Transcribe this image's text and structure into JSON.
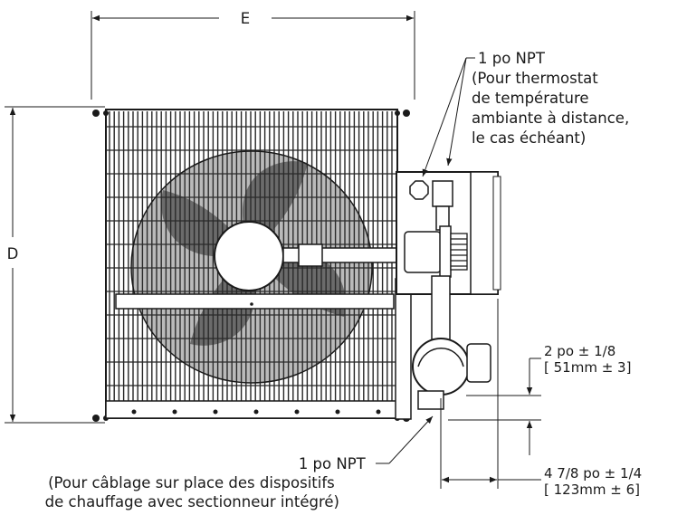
{
  "dimensions": {
    "width_label": "E",
    "height_label": "D",
    "offset_top_line1": "2 po ± 1/8",
    "offset_top_line2": "[ 51mm ± 3]",
    "offset_side_line1": "4 7/8 po ± 1/4",
    "offset_side_line2": "[ 123mm ± 6]"
  },
  "callouts": {
    "thermostat": {
      "line1": "1 po NPT",
      "line2": "(Pour thermostat",
      "line3": "de température",
      "line4": "ambiante à distance,",
      "line5": "le cas échéant)"
    },
    "field_wiring": {
      "line1": "1 po NPT",
      "line2": "(Pour câblage sur place des dispositifs",
      "line3": "de chauffage avec sectionneur intégré)"
    }
  },
  "colors": {
    "ink": "#1a1a1a",
    "grille": "#262626",
    "motor": "#ffffff"
  }
}
